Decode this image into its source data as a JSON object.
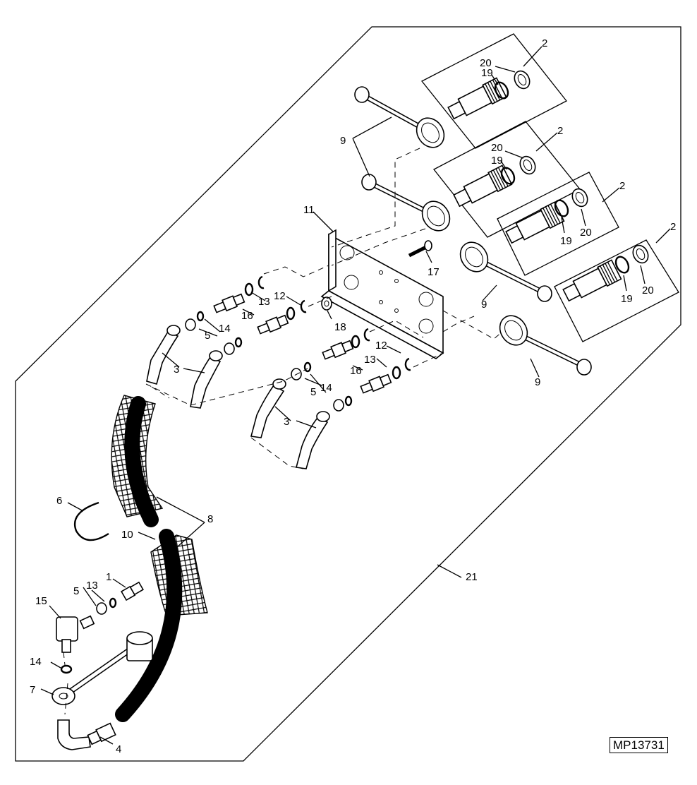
{
  "reference_code": "MP13731",
  "callouts": [
    {
      "id": "c1",
      "text": "1"
    },
    {
      "id": "c2a",
      "text": "2"
    },
    {
      "id": "c2b",
      "text": "2"
    },
    {
      "id": "c2c",
      "text": "2"
    },
    {
      "id": "c2d",
      "text": "2"
    },
    {
      "id": "c3a",
      "text": "3"
    },
    {
      "id": "c3b",
      "text": "3"
    },
    {
      "id": "c4",
      "text": "4"
    },
    {
      "id": "c5a",
      "text": "5"
    },
    {
      "id": "c5b",
      "text": "5"
    },
    {
      "id": "c5c",
      "text": "5"
    },
    {
      "id": "c6",
      "text": "6"
    },
    {
      "id": "c7",
      "text": "7"
    },
    {
      "id": "c8",
      "text": "8"
    },
    {
      "id": "c9a",
      "text": "9"
    },
    {
      "id": "c9b",
      "text": "9"
    },
    {
      "id": "c9c",
      "text": "9"
    },
    {
      "id": "c10",
      "text": "10"
    },
    {
      "id": "c11",
      "text": "11"
    },
    {
      "id": "c12a",
      "text": "12"
    },
    {
      "id": "c12b",
      "text": "12"
    },
    {
      "id": "c13a",
      "text": "13"
    },
    {
      "id": "c13b",
      "text": "13"
    },
    {
      "id": "c13c",
      "text": "13"
    },
    {
      "id": "c14a",
      "text": "14"
    },
    {
      "id": "c14b",
      "text": "14"
    },
    {
      "id": "c14c",
      "text": "14"
    },
    {
      "id": "c15",
      "text": "15"
    },
    {
      "id": "c16a",
      "text": "16"
    },
    {
      "id": "c16b",
      "text": "16"
    },
    {
      "id": "c17",
      "text": "17"
    },
    {
      "id": "c18",
      "text": "18"
    },
    {
      "id": "c19a",
      "text": "19"
    },
    {
      "id": "c19b",
      "text": "19"
    },
    {
      "id": "c19c",
      "text": "19"
    },
    {
      "id": "c19d",
      "text": "19"
    },
    {
      "id": "c20a",
      "text": "20"
    },
    {
      "id": "c20b",
      "text": "20"
    },
    {
      "id": "c20c",
      "text": "20"
    },
    {
      "id": "c20d",
      "text": "20"
    },
    {
      "id": "c21",
      "text": "21"
    }
  ]
}
